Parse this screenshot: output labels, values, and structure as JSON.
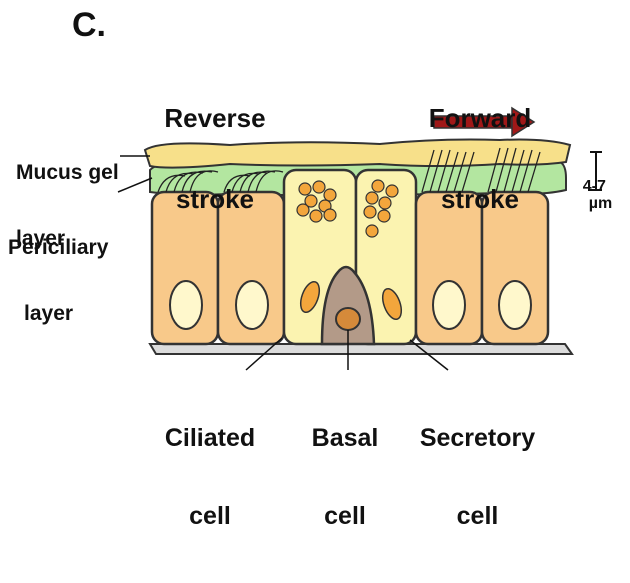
{
  "panel_letter": "C.",
  "stroke_labels": {
    "reverse": [
      "Reverse",
      "stroke"
    ],
    "forward": [
      "Forward",
      "stroke"
    ]
  },
  "layer_labels": {
    "mucus": [
      "Mucus gel",
      "layer"
    ],
    "periciliary": [
      "Periciliary",
      "layer"
    ]
  },
  "thickness_label": {
    "value": "4-7",
    "unit": "µm"
  },
  "cell_labels": {
    "ciliated": [
      "Ciliated",
      "cell"
    ],
    "basal": [
      "Basal",
      "cell"
    ],
    "secretory": [
      "Secretory",
      "cell"
    ]
  },
  "colors": {
    "mucus": "#f7e08a",
    "periciliary": "#b3e6a0",
    "ciliated_cell": "#f8c98a",
    "secretory_cell": "#fbf3b0",
    "basal_cell": "#b39a88",
    "nucleus_ciliated": "#fff8cc",
    "granule": "#f3a63c",
    "arrow": "#a01818",
    "basement_membrane": "#dcdcdc"
  }
}
